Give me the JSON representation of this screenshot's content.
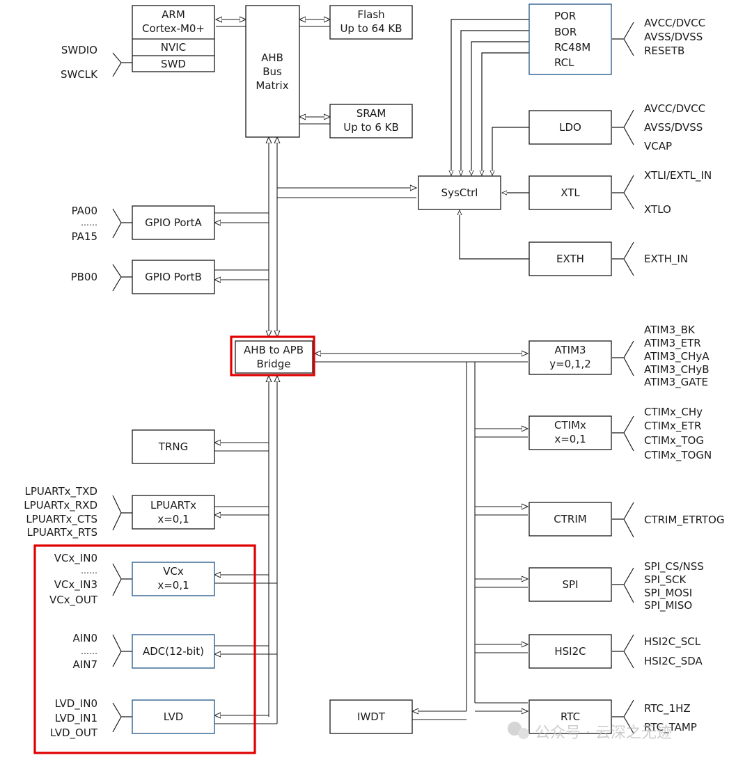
{
  "blocks": {
    "arm": [
      "ARM",
      "Cortex-M0+"
    ],
    "nvic": "NVIC",
    "swd": "SWD",
    "ahb": [
      "AHB",
      "Bus",
      "Matrix"
    ],
    "flash": [
      "Flash",
      "Up to 64 KB"
    ],
    "sram": [
      "SRAM",
      "Up to 6 KB"
    ],
    "por_group": [
      "POR",
      "BOR",
      "RC48M",
      "RCL"
    ],
    "ldo": "LDO",
    "sysctrl": "SysCtrl",
    "xtl": "XTL",
    "exth": "EXTH",
    "gpioa": "GPIO PortA",
    "gpiob": "GPIO PortB",
    "bridge": [
      "AHB to APB",
      "Bridge"
    ],
    "atim3": [
      "ATIM3",
      "y=0,1,2"
    ],
    "ctimx": [
      "CTIMx",
      "x=0,1"
    ],
    "ctrim": "CTRIM",
    "spi": "SPI",
    "hsi2c": "HSI2C",
    "rtc": "RTC",
    "iwdt": "IWDT",
    "trng": "TRNG",
    "lpuart": [
      "LPUARTx",
      "x=0,1"
    ],
    "vcx": [
      "VCx",
      "x=0,1"
    ],
    "adc": "ADC(12-bit)",
    "lvd": "LVD"
  },
  "signals": {
    "swd": [
      "SWDIO",
      "SWCLK"
    ],
    "por": [
      "AVCC/DVCC",
      "AVSS/DVSS",
      "RESETB"
    ],
    "ldo": [
      "AVCC/DVCC",
      "AVSS/DVSS",
      "VCAP"
    ],
    "xtl": [
      "XTLI/EXTL_IN",
      "XTLO"
    ],
    "exth": "EXTH_IN",
    "gpioa": [
      "PA00",
      "……",
      "PA15"
    ],
    "gpiob": "PB00",
    "atim3": [
      "ATIM3_BK",
      "ATIM3_ETR",
      "ATIM3_CHyA",
      "ATIM3_CHyB",
      "ATIM3_GATE"
    ],
    "ctimx": [
      "CTIMx_CHy",
      "CTIMx_ETR",
      "CTIMx_TOG",
      "CTIMx_TOGN"
    ],
    "ctrim": "CTRIM_ETRTOG",
    "spi": [
      "SPI_CS/NSS",
      "SPI_SCK",
      "SPI_MOSI",
      "SPI_MISO"
    ],
    "hsi2c": [
      "HSI2C_SCL",
      "HSI2C_SDA"
    ],
    "rtc": [
      "RTC_1HZ",
      "RTC_TAMP"
    ],
    "lpuart": [
      "LPUARTx_TXD",
      "LPUARTx_RXD",
      "LPUARTx_CTS",
      "LPUARTx_RTS"
    ],
    "vcx": [
      "VCx_IN0",
      "……",
      "VCx_IN3",
      "VCx_OUT"
    ],
    "adc": [
      "AIN0",
      "……",
      "AIN7"
    ],
    "lvd": [
      "LVD_IN0",
      "LVD_IN1",
      "LVD_OUT"
    ]
  },
  "watermark": "公众号 · 云深之无迹",
  "colors": {
    "highlight": "#e00000",
    "analog_block_border": "#2f5f8f",
    "line": "#1a1a1a"
  }
}
